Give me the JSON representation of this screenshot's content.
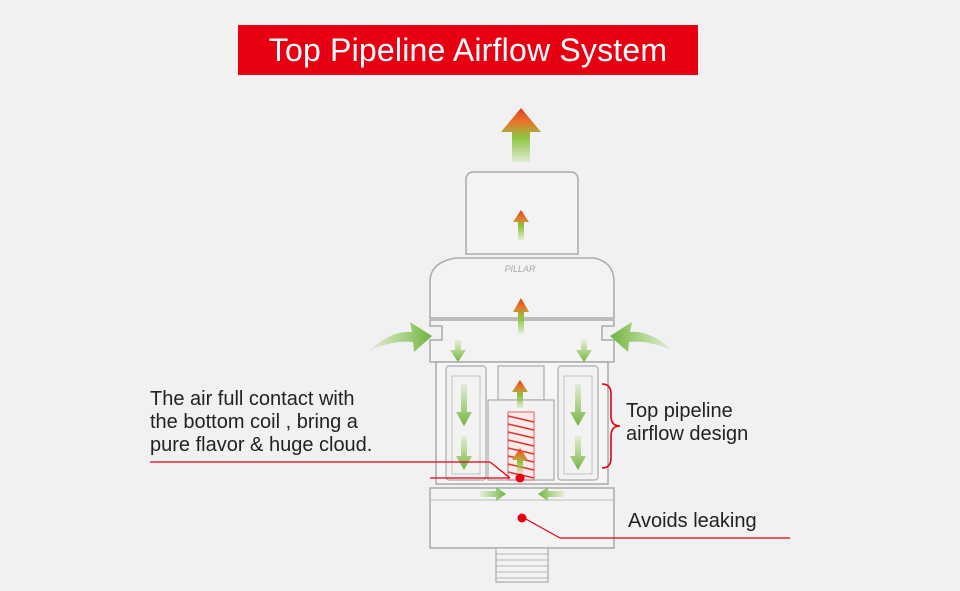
{
  "title": "Top Pipeline Airflow System",
  "brand_mark": "PILLAR",
  "labels": {
    "coil_line1": "The air full contact with",
    "coil_line2": "the bottom coil , bring a",
    "coil_line3": "pure flavor & huge cloud.",
    "pipeline_line1": "Top pipeline",
    "pipeline_line2": "airflow design",
    "leaking": "Avoids leaking"
  },
  "colors": {
    "accent": "#e60012",
    "arrow_green": "#7ac143",
    "arrow_orange": "#e8742a",
    "outline": "#aaaaaa",
    "background": "#f1f1f1"
  }
}
